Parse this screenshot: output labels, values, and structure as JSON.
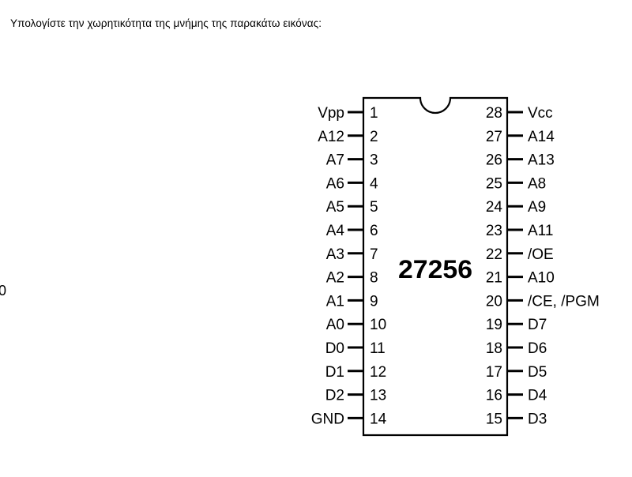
{
  "question": "Υπολογίστε την χωρητικότητα της μνήμης της παρακάτω εικόνας:",
  "stray_text": "0",
  "chip": {
    "label": "27256",
    "left_pins": [
      {
        "pin": "1",
        "signal": "Vpp"
      },
      {
        "pin": "2",
        "signal": "A12"
      },
      {
        "pin": "3",
        "signal": "A7"
      },
      {
        "pin": "4",
        "signal": "A6"
      },
      {
        "pin": "5",
        "signal": "A5"
      },
      {
        "pin": "6",
        "signal": "A4"
      },
      {
        "pin": "7",
        "signal": "A3"
      },
      {
        "pin": "8",
        "signal": "A2"
      },
      {
        "pin": "9",
        "signal": "A1"
      },
      {
        "pin": "10",
        "signal": "A0"
      },
      {
        "pin": "11",
        "signal": "D0"
      },
      {
        "pin": "12",
        "signal": "D1"
      },
      {
        "pin": "13",
        "signal": "D2"
      },
      {
        "pin": "14",
        "signal": "GND"
      }
    ],
    "right_pins": [
      {
        "pin": "28",
        "signal": "Vcc"
      },
      {
        "pin": "27",
        "signal": "A14"
      },
      {
        "pin": "26",
        "signal": "A13"
      },
      {
        "pin": "25",
        "signal": "A8"
      },
      {
        "pin": "24",
        "signal": "A9"
      },
      {
        "pin": "23",
        "signal": "A11"
      },
      {
        "pin": "22",
        "signal": "/OE"
      },
      {
        "pin": "21",
        "signal": "A10"
      },
      {
        "pin": "20",
        "signal": "/CE, /PGM"
      },
      {
        "pin": "19",
        "signal": "D7"
      },
      {
        "pin": "18",
        "signal": "D6"
      },
      {
        "pin": "17",
        "signal": "D5"
      },
      {
        "pin": "16",
        "signal": "D4"
      },
      {
        "pin": "15",
        "signal": "D3"
      }
    ]
  }
}
